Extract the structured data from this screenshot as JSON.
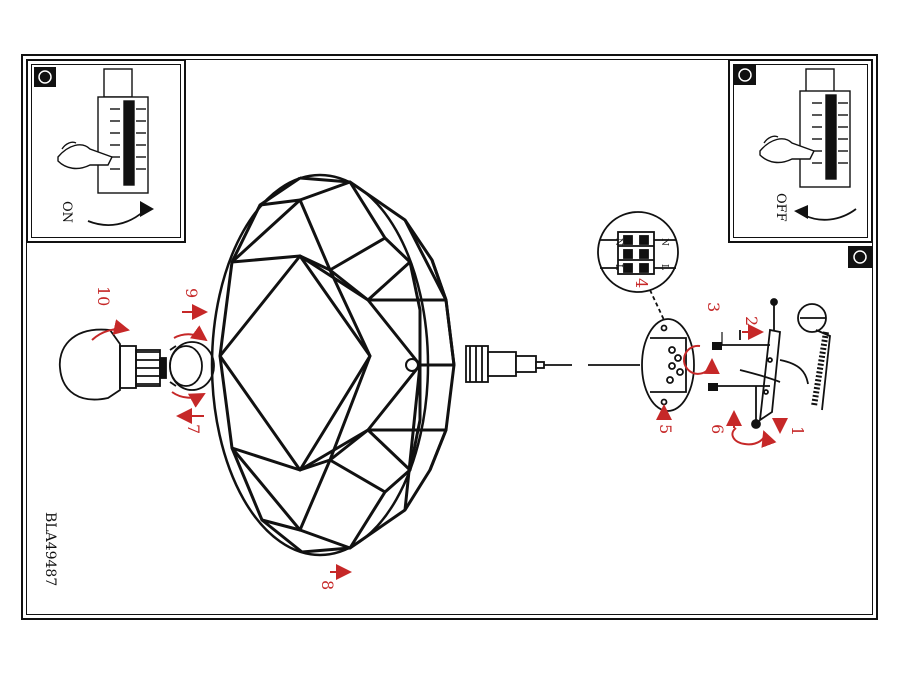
{
  "diagram": {
    "code": "BLA49487",
    "switch_on_label": "ON",
    "switch_off_label": "OFF",
    "terminal_labels": [
      "N",
      "L"
    ],
    "steps": [
      "1",
      "2",
      "3",
      "4",
      "5",
      "6",
      "7",
      "8",
      "9",
      "10"
    ],
    "colors": {
      "line": "#111111",
      "accent": "#c62828",
      "background": "#ffffff"
    }
  }
}
